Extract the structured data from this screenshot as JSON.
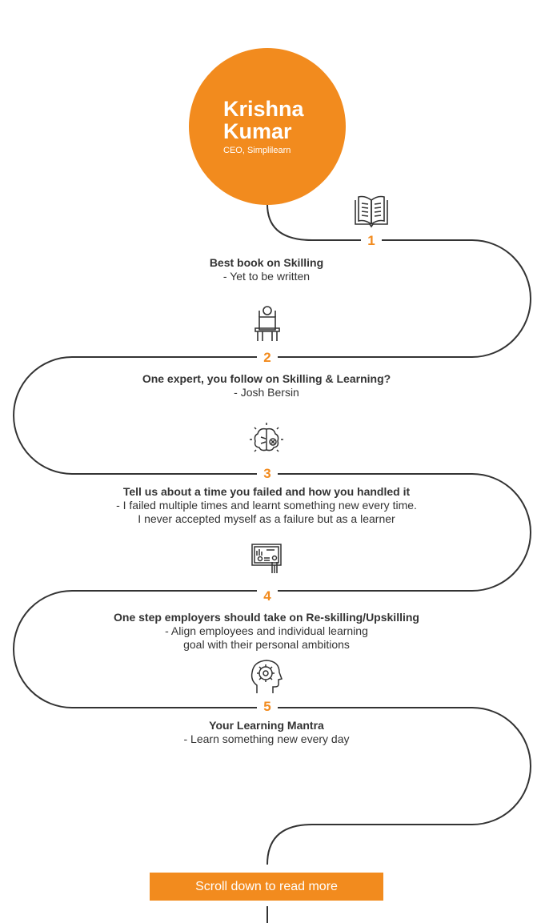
{
  "hero": {
    "first_name": "Krishna",
    "last_name": "Kumar",
    "role": "CEO, Simplilearn"
  },
  "steps": [
    {
      "number": "1",
      "icon": "book-icon",
      "question": "Best book on Skilling",
      "answer": "- Yet to be written"
    },
    {
      "number": "2",
      "icon": "person-at-desk-icon",
      "question": "One expert, you follow on Skilling & Learning?",
      "answer": "- Josh Bersin"
    },
    {
      "number": "3",
      "icon": "brain-icon",
      "question": "Tell us about a time you failed and how you handled it",
      "answer": "- I failed multiple times and learnt something new every time.",
      "answer2": "I never accepted myself as a failure but as a learner"
    },
    {
      "number": "4",
      "icon": "presentation-board-icon",
      "question": "One step employers should take on Re-skilling/Upskilling",
      "answer": "- Align employees and individual learning",
      "answer2": "goal with their personal ambitions"
    },
    {
      "number": "5",
      "icon": "head-gear-icon",
      "question": "Your Learning Mantra",
      "answer": "- Learn something new every day"
    }
  ],
  "cta": {
    "label": "Scroll down to read more"
  },
  "colors": {
    "accent": "#f28b1e",
    "line": "#333333",
    "text": "#333333"
  }
}
